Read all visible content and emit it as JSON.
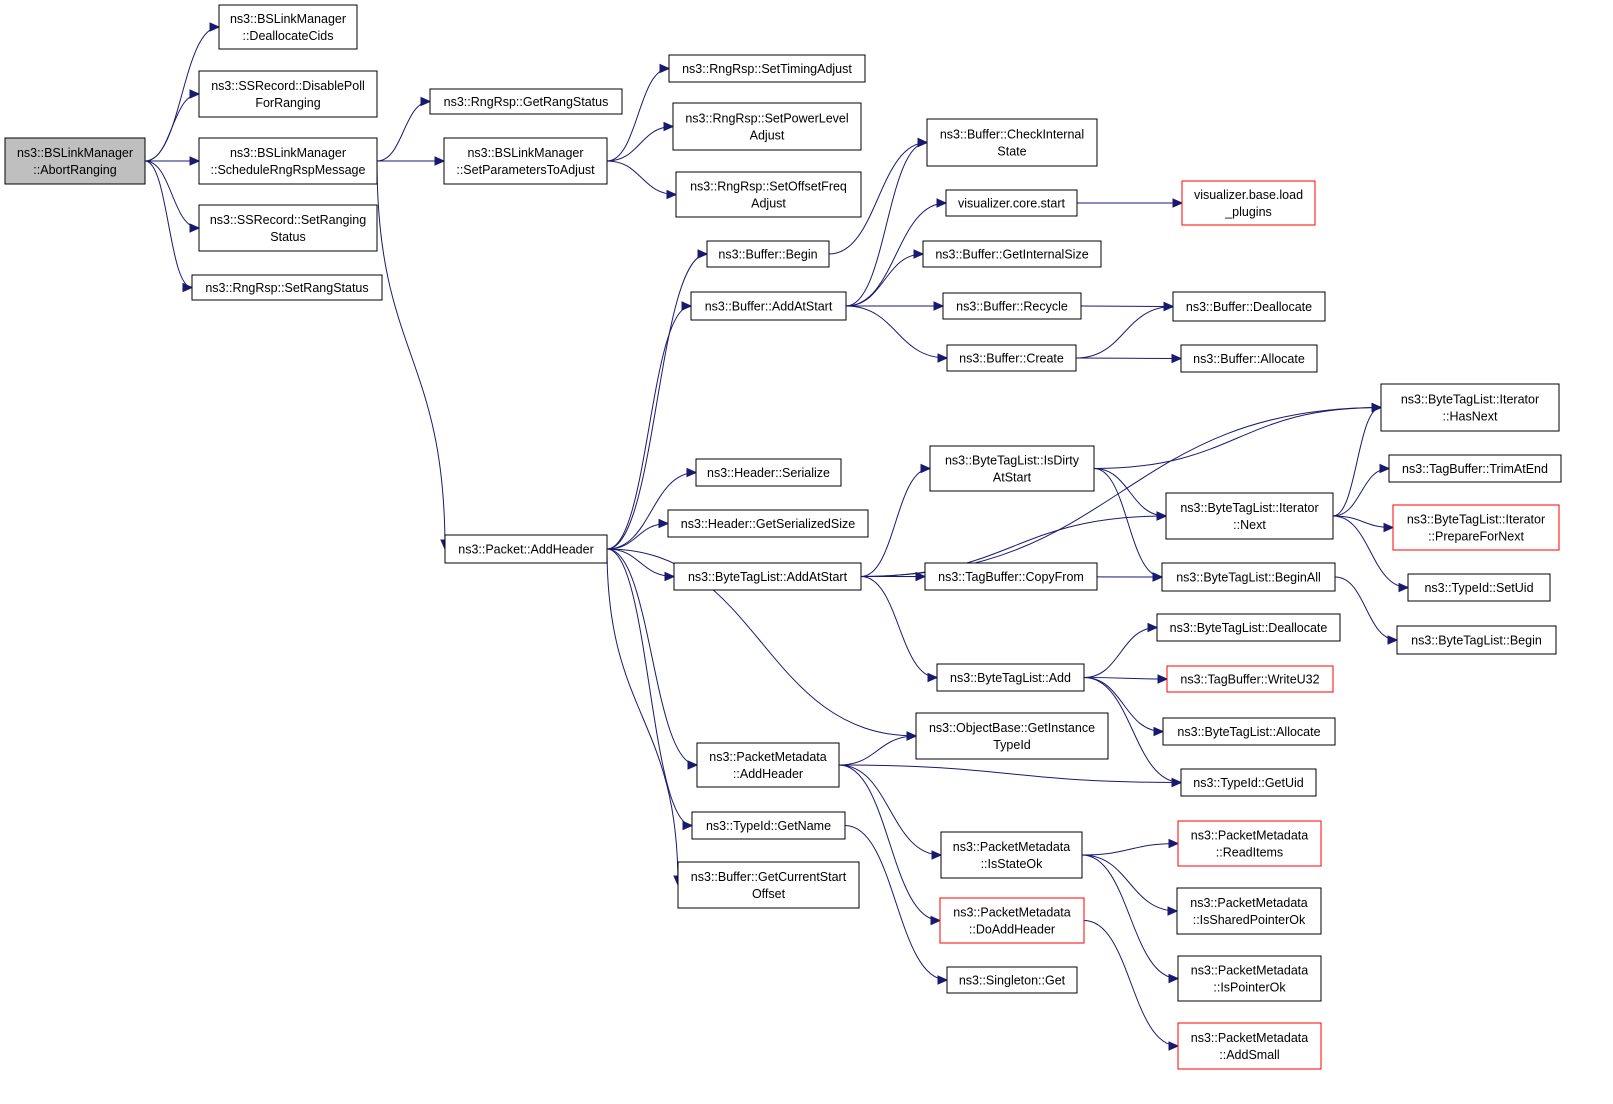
{
  "colors": {
    "edge": "#191970",
    "border_default": "#000000",
    "border_truncated": "#ff0000",
    "root_fill": "#bfbfbf",
    "node_fill": "#ffffff"
  },
  "nodes": {
    "n_abort": {
      "lines": [
        "ns3::BSLinkManager",
        "::AbortRanging"
      ],
      "root": true
    },
    "n_dealloc_cids": {
      "lines": [
        "ns3::BSLinkManager",
        "::DeallocateCids"
      ]
    },
    "n_disable_poll": {
      "lines": [
        "ns3::SSRecord::DisablePoll",
        "ForRanging"
      ]
    },
    "n_schedule": {
      "lines": [
        "ns3::BSLinkManager",
        "::ScheduleRngRspMessage"
      ]
    },
    "n_set_ranging_status": {
      "lines": [
        "ns3::SSRecord::SetRanging",
        "Status"
      ]
    },
    "n_set_rang_status": {
      "lines": [
        "ns3::RngRsp::SetRangStatus"
      ]
    },
    "n_get_rang_status": {
      "lines": [
        "ns3::RngRsp::GetRangStatus"
      ]
    },
    "n_set_params": {
      "lines": [
        "ns3::BSLinkManager",
        "::SetParametersToAdjust"
      ]
    },
    "n_timing": {
      "lines": [
        "ns3::RngRsp::SetTimingAdjust"
      ]
    },
    "n_power": {
      "lines": [
        "ns3::RngRsp::SetPowerLevel",
        "Adjust"
      ]
    },
    "n_offset": {
      "lines": [
        "ns3::RngRsp::SetOffsetFreq",
        "Adjust"
      ]
    },
    "n_check_internal": {
      "lines": [
        "ns3::Buffer::CheckInternal",
        "State"
      ]
    },
    "n_vis_start": {
      "lines": [
        "visualizer.core.start"
      ]
    },
    "n_vis_load": {
      "lines": [
        "visualizer.base.load",
        "_plugins"
      ],
      "truncated": true
    },
    "n_buf_begin": {
      "lines": [
        "ns3::Buffer::Begin"
      ]
    },
    "n_get_internal_size": {
      "lines": [
        "ns3::Buffer::GetInternalSize"
      ]
    },
    "n_buf_addatstart": {
      "lines": [
        "ns3::Buffer::AddAtStart"
      ]
    },
    "n_buf_recycle": {
      "lines": [
        "ns3::Buffer::Recycle"
      ]
    },
    "n_buf_dealloc": {
      "lines": [
        "ns3::Buffer::Deallocate"
      ]
    },
    "n_buf_create": {
      "lines": [
        "ns3::Buffer::Create"
      ]
    },
    "n_buf_allocate": {
      "lines": [
        "ns3::Buffer::Allocate"
      ]
    },
    "n_hasnext": {
      "lines": [
        "ns3::ByteTagList::Iterator",
        "::HasNext"
      ]
    },
    "n_isdirty": {
      "lines": [
        "ns3::ByteTagList::IsDirty",
        "AtStart"
      ]
    },
    "n_trim": {
      "lines": [
        "ns3::TagBuffer::TrimAtEnd"
      ]
    },
    "n_hdr_serialize": {
      "lines": [
        "ns3::Header::Serialize"
      ]
    },
    "n_iter_next": {
      "lines": [
        "ns3::ByteTagList::Iterator",
        "::Next"
      ]
    },
    "n_prepare": {
      "lines": [
        "ns3::ByteTagList::Iterator",
        "::PrepareForNext"
      ],
      "truncated": true
    },
    "n_hdr_size": {
      "lines": [
        "ns3::Header::GetSerializedSize"
      ]
    },
    "n_pkt_addheader": {
      "lines": [
        "ns3::Packet::AddHeader"
      ]
    },
    "n_btl_addatstart": {
      "lines": [
        "ns3::ByteTagList::AddAtStart"
      ]
    },
    "n_copyfrom": {
      "lines": [
        "ns3::TagBuffer::CopyFrom"
      ]
    },
    "n_beginall": {
      "lines": [
        "ns3::ByteTagList::BeginAll"
      ]
    },
    "n_typeid_setuid": {
      "lines": [
        "ns3::TypeId::SetUid"
      ]
    },
    "n_btl_dealloc": {
      "lines": [
        "ns3::ByteTagList::Deallocate"
      ]
    },
    "n_btl_begin": {
      "lines": [
        "ns3::ByteTagList::Begin"
      ]
    },
    "n_btl_add": {
      "lines": [
        "ns3::ByteTagList::Add"
      ]
    },
    "n_writeu32": {
      "lines": [
        "ns3::TagBuffer::WriteU32"
      ],
      "truncated": true
    },
    "n_btl_allocate": {
      "lines": [
        "ns3::ByteTagList::Allocate"
      ]
    },
    "n_getinstancetypeid": {
      "lines": [
        "ns3::ObjectBase::GetInstance",
        "TypeId"
      ]
    },
    "n_pm_addheader": {
      "lines": [
        "ns3::PacketMetadata",
        "::AddHeader"
      ]
    },
    "n_getuid": {
      "lines": [
        "ns3::TypeId::GetUid"
      ]
    },
    "n_getname": {
      "lines": [
        "ns3::TypeId::GetName"
      ]
    },
    "n_isstateok": {
      "lines": [
        "ns3::PacketMetadata",
        "::IsStateOk"
      ]
    },
    "n_readitems": {
      "lines": [
        "ns3::PacketMetadata",
        "::ReadItems"
      ],
      "truncated": true
    },
    "n_getcurrentstart": {
      "lines": [
        "ns3::Buffer::GetCurrentStart",
        "Offset"
      ]
    },
    "n_issharedptr": {
      "lines": [
        "ns3::PacketMetadata",
        "::IsSharedPointerOk"
      ]
    },
    "n_doaddheader": {
      "lines": [
        "ns3::PacketMetadata",
        "::DoAddHeader"
      ],
      "truncated": true
    },
    "n_singleton": {
      "lines": [
        "ns3::Singleton::Get"
      ]
    },
    "n_ispointerok": {
      "lines": [
        "ns3::PacketMetadata",
        "::IsPointerOk"
      ]
    },
    "n_addsmall": {
      "lines": [
        "ns3::PacketMetadata",
        "::AddSmall"
      ],
      "truncated": true
    }
  },
  "edges": [
    [
      "n_abort",
      "n_dealloc_cids"
    ],
    [
      "n_abort",
      "n_disable_poll"
    ],
    [
      "n_abort",
      "n_schedule"
    ],
    [
      "n_abort",
      "n_set_ranging_status"
    ],
    [
      "n_abort",
      "n_set_rang_status"
    ],
    [
      "n_schedule",
      "n_get_rang_status"
    ],
    [
      "n_schedule",
      "n_set_params"
    ],
    [
      "n_schedule",
      "n_pkt_addheader"
    ],
    [
      "n_set_params",
      "n_timing"
    ],
    [
      "n_set_params",
      "n_power"
    ],
    [
      "n_set_params",
      "n_offset"
    ],
    [
      "n_pkt_addheader",
      "n_buf_begin"
    ],
    [
      "n_pkt_addheader",
      "n_buf_addatstart"
    ],
    [
      "n_pkt_addheader",
      "n_hdr_serialize"
    ],
    [
      "n_pkt_addheader",
      "n_hdr_size"
    ],
    [
      "n_pkt_addheader",
      "n_btl_addatstart"
    ],
    [
      "n_pkt_addheader",
      "n_getinstancetypeid"
    ],
    [
      "n_pkt_addheader",
      "n_pm_addheader"
    ],
    [
      "n_pkt_addheader",
      "n_getname"
    ],
    [
      "n_pkt_addheader",
      "n_getcurrentstart"
    ],
    [
      "n_buf_begin",
      "n_check_internal"
    ],
    [
      "n_buf_addatstart",
      "n_check_internal"
    ],
    [
      "n_buf_addatstart",
      "n_vis_start"
    ],
    [
      "n_buf_addatstart",
      "n_get_internal_size"
    ],
    [
      "n_buf_addatstart",
      "n_buf_recycle"
    ],
    [
      "n_buf_addatstart",
      "n_buf_create"
    ],
    [
      "n_vis_start",
      "n_vis_load"
    ],
    [
      "n_buf_recycle",
      "n_buf_dealloc"
    ],
    [
      "n_buf_create",
      "n_buf_dealloc"
    ],
    [
      "n_buf_create",
      "n_buf_allocate"
    ],
    [
      "n_btl_addatstart",
      "n_hasnext"
    ],
    [
      "n_btl_addatstart",
      "n_isdirty"
    ],
    [
      "n_btl_addatstart",
      "n_iter_next"
    ],
    [
      "n_btl_addatstart",
      "n_copyfrom"
    ],
    [
      "n_btl_addatstart",
      "n_beginall"
    ],
    [
      "n_btl_addatstart",
      "n_btl_add"
    ],
    [
      "n_isdirty",
      "n_hasnext"
    ],
    [
      "n_isdirty",
      "n_iter_next"
    ],
    [
      "n_isdirty",
      "n_beginall"
    ],
    [
      "n_iter_next",
      "n_hasnext"
    ],
    [
      "n_iter_next",
      "n_trim"
    ],
    [
      "n_iter_next",
      "n_prepare"
    ],
    [
      "n_iter_next",
      "n_typeid_setuid"
    ],
    [
      "n_beginall",
      "n_btl_begin"
    ],
    [
      "n_btl_add",
      "n_btl_dealloc"
    ],
    [
      "n_btl_add",
      "n_writeu32"
    ],
    [
      "n_btl_add",
      "n_btl_allocate"
    ],
    [
      "n_btl_add",
      "n_getuid"
    ],
    [
      "n_pm_addheader",
      "n_getinstancetypeid"
    ],
    [
      "n_pm_addheader",
      "n_getuid"
    ],
    [
      "n_pm_addheader",
      "n_isstateok"
    ],
    [
      "n_pm_addheader",
      "n_doaddheader"
    ],
    [
      "n_getname",
      "n_singleton"
    ],
    [
      "n_isstateok",
      "n_readitems"
    ],
    [
      "n_isstateok",
      "n_issharedptr"
    ],
    [
      "n_isstateok",
      "n_ispointerok"
    ],
    [
      "n_doaddheader",
      "n_addsmall"
    ]
  ]
}
